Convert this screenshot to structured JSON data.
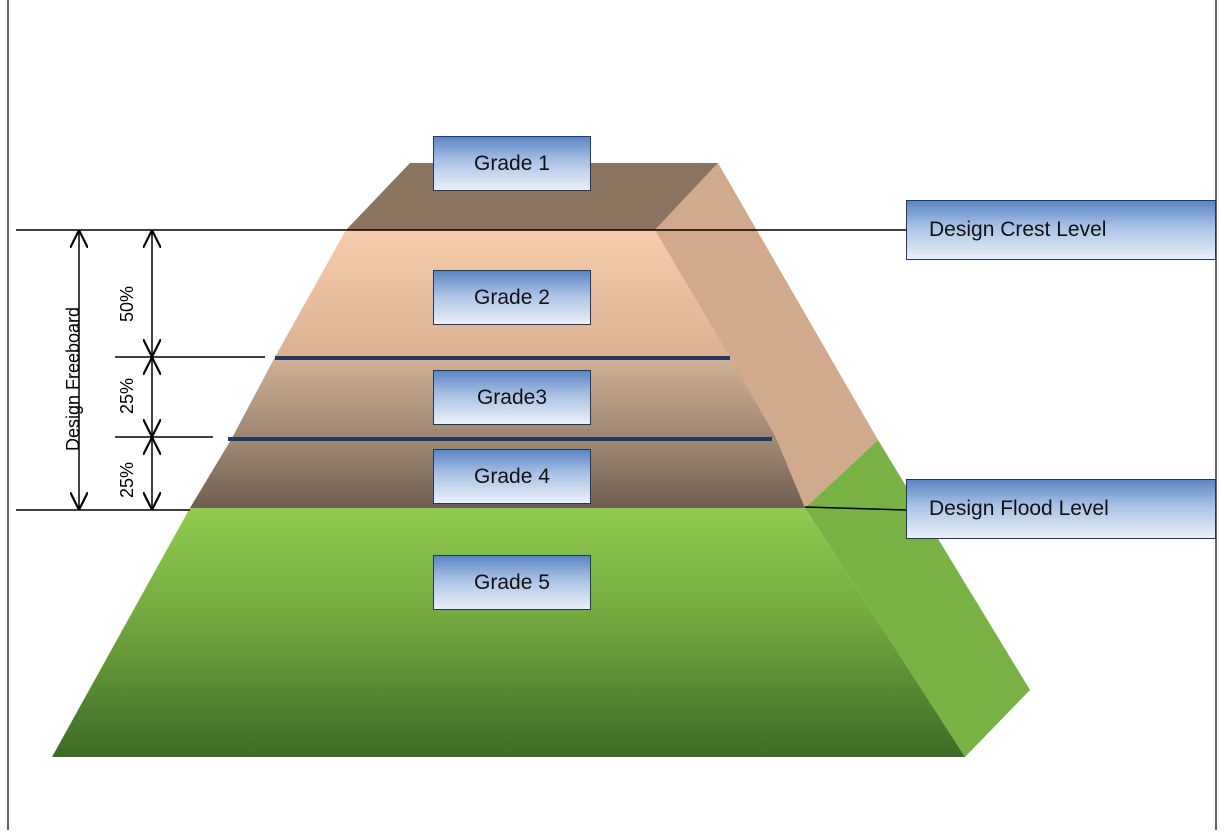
{
  "grades": [
    "Grade 1",
    "Grade 2",
    "Grade3",
    "Grade 4",
    "Grade 5"
  ],
  "levels": {
    "crest": "Design Crest Level",
    "flood": "Design Flood Level"
  },
  "dimensions": {
    "freeboard": "Design Freeboard",
    "upper": "50%",
    "middle": "25%",
    "lower": "25%"
  },
  "colors": {
    "grade1_top": "#8b7561",
    "grade2": "#f2c8a7",
    "grade_side": "#d1ac8d",
    "grade4": "#7d6a5a",
    "grade5_front": "#8fcc4f",
    "grade5_side": "#77b044",
    "divider": "#1f3864",
    "label_border": "#1f3864"
  }
}
